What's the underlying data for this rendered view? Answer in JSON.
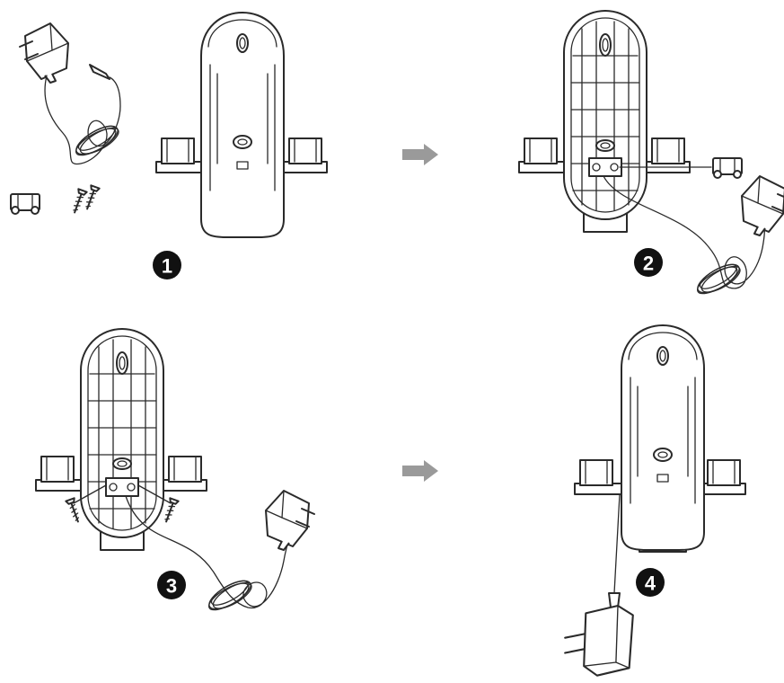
{
  "steps": [
    {
      "id": "step-1",
      "number": "1"
    },
    {
      "id": "step-2",
      "number": "2"
    },
    {
      "id": "step-3",
      "number": "3"
    },
    {
      "id": "step-4",
      "number": "4"
    }
  ],
  "arrows": [
    "right-arrow-1",
    "right-arrow-2"
  ],
  "parts": [
    "power-adapter",
    "mounting-bracket",
    "screws"
  ],
  "colors": {
    "line": "#2a2a2a",
    "badge": "#111111",
    "arrow": "#9a9a9a"
  }
}
